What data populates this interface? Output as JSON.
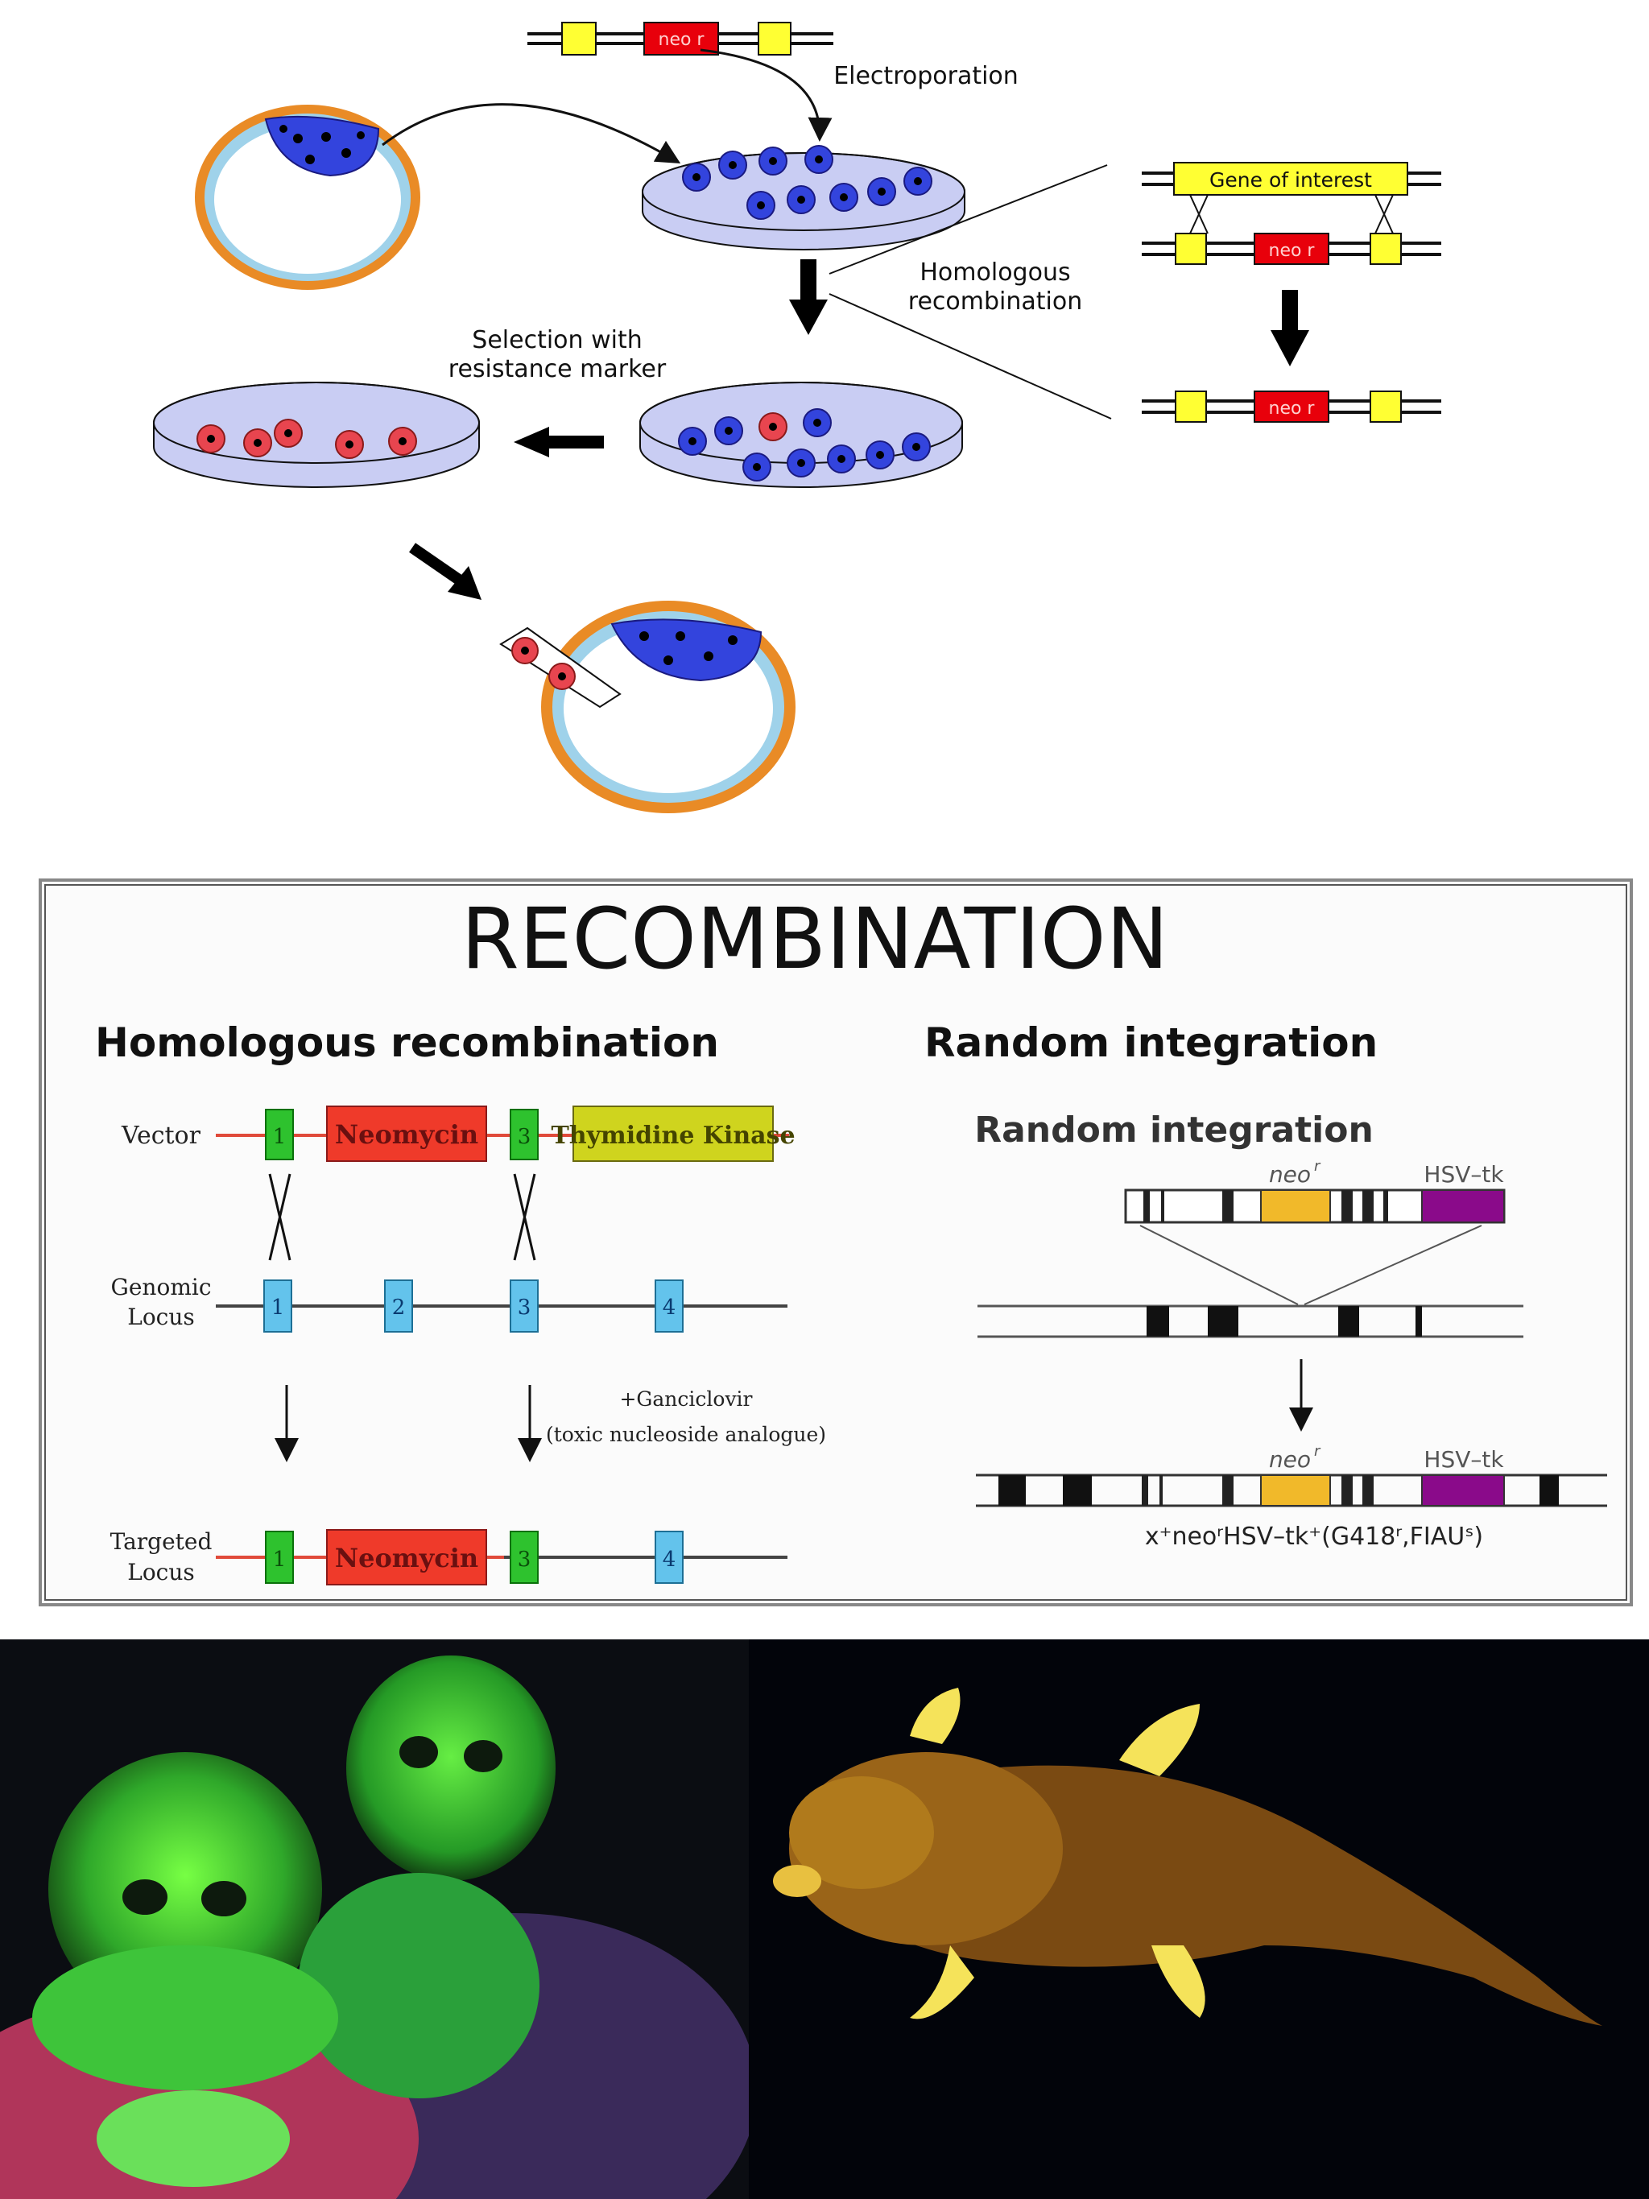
{
  "top_diagram": {
    "vector_label": "neo r",
    "electroporation": "Electroporation",
    "homologous_line1": "Homologous",
    "homologous_line2": "recombination",
    "selection_line1": "Selection with",
    "selection_line2": "resistance marker",
    "gene_of_interest": "Gene of interest",
    "neo_upper": "neo r",
    "neo_lower": "neo r",
    "colors": {
      "yellow": "#ffff33",
      "red": "#e8000b",
      "cell_blue": "#3344dd",
      "cell_red": "#e8454f",
      "dish_fill": "#c9cdf3",
      "blastocyst_ring": "#e98b26"
    }
  },
  "panel": {
    "title": "RECOMBINATION",
    "left_heading": "Homologous recombination",
    "right_heading": "Random integration",
    "vector_label": "Vector",
    "genomic_label_1": "Genomic",
    "genomic_label_2": "Locus",
    "targeted_label_1": "Targeted",
    "targeted_label_2": "Locus",
    "neomycin": "Neomycin",
    "tk": "Thymidine Kinase",
    "exons": [
      "1",
      "2",
      "3",
      "4"
    ],
    "ganc_1": "+Ganciclovir",
    "ganc_2": "(toxic nucleoside analogue)",
    "neomycin_targeted": "Neomycin",
    "random_subtitle": "Random integration",
    "neo_label_top": "neo",
    "hsv_label_top": "HSV–tk",
    "neo_label_bottom": "neo",
    "hsv_label_bottom": "HSV–tk",
    "neo_superscript": "r",
    "genotype": "x⁺neoʳHSV–tk⁺(G418ʳ,FIAUˢ)"
  },
  "photos": {
    "left_icon": "fluorescent-monkeys-image",
    "right_icon": "fluorescent-mouse-image"
  }
}
